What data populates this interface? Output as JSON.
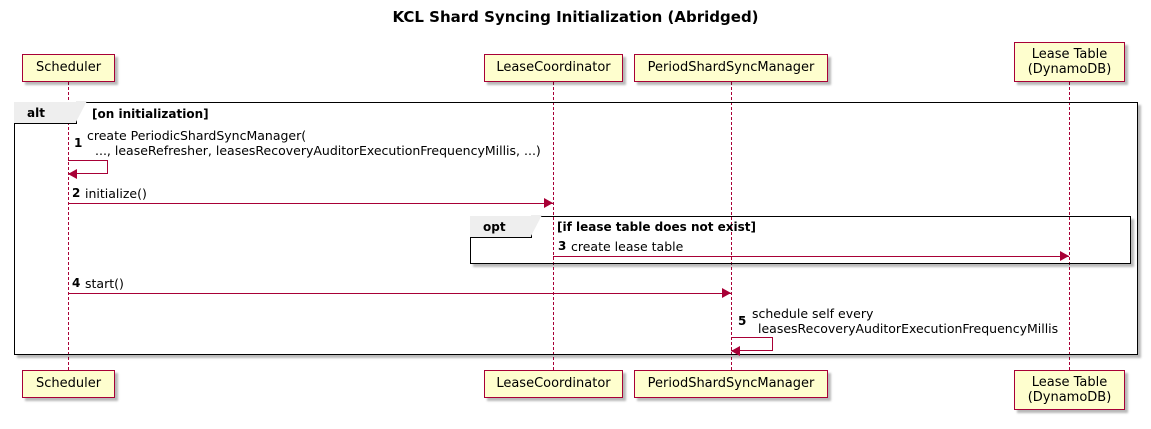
{
  "title": "KCL Shard Syncing Initialization (Abridged)",
  "participants": [
    {
      "id": "scheduler",
      "name": "Scheduler",
      "line2": ""
    },
    {
      "id": "lease-coordinator",
      "name": "LeaseCoordinator",
      "line2": ""
    },
    {
      "id": "period-shard-sync-manager",
      "name": "PeriodShardSyncManager",
      "line2": ""
    },
    {
      "id": "lease-table",
      "name": "Lease Table",
      "line2": "(DynamoDB)"
    }
  ],
  "fragments": [
    {
      "id": "alt",
      "type": "alt",
      "guard": "[on initialization]"
    },
    {
      "id": "opt",
      "type": "opt",
      "guard": "[if lease table does not exist]"
    }
  ],
  "messages": [
    {
      "seq": "1",
      "label_line1": "create PeriodicShardSyncManager(",
      "label_line2": "..., leaseRefresher, leasesRecoveryAuditorExecutionFrequencyMillis, ...)",
      "from": "scheduler",
      "to": "scheduler",
      "kind": "self"
    },
    {
      "seq": "2",
      "label_line1": "initialize()",
      "label_line2": "",
      "from": "scheduler",
      "to": "lease-coordinator",
      "kind": "call"
    },
    {
      "seq": "3",
      "label_line1": "create lease table",
      "label_line2": "",
      "from": "lease-coordinator",
      "to": "lease-table",
      "kind": "call"
    },
    {
      "seq": "4",
      "label_line1": "start()",
      "label_line2": "",
      "from": "scheduler",
      "to": "period-shard-sync-manager",
      "kind": "call"
    },
    {
      "seq": "5",
      "label_line1": "schedule self every",
      "label_line2": "leasesRecoveryAuditorExecutionFrequencyMillis",
      "from": "period-shard-sync-manager",
      "to": "period-shard-sync-manager",
      "kind": "self"
    }
  ],
  "colors": {
    "participant_fill": "#FEFECE",
    "participant_border": "#A80036",
    "arrow": "#A80036",
    "fragment_border": "#000000",
    "fragment_tab_fill": "#EEEEEE",
    "background": "#FFFFFF"
  }
}
